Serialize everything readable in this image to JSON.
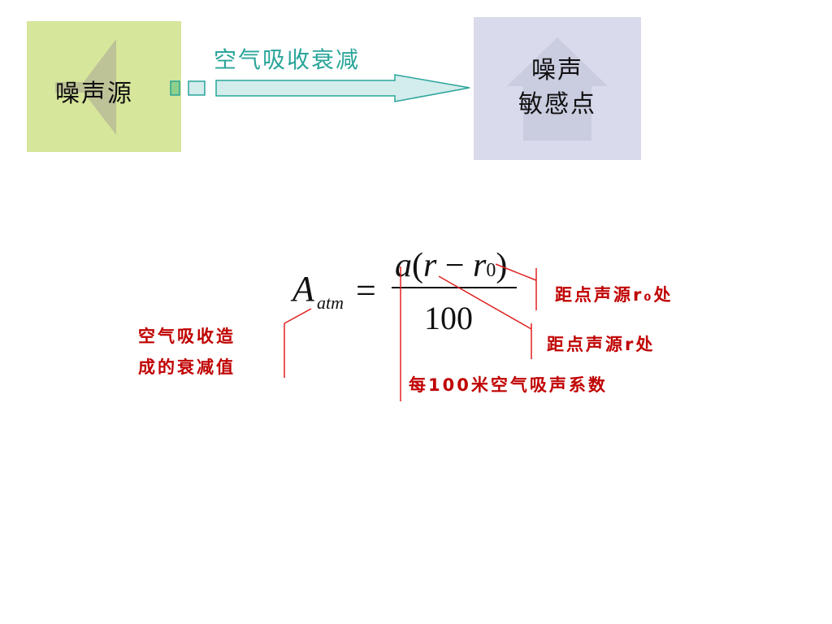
{
  "source": {
    "label": "噪声源"
  },
  "propagation": {
    "label": "空气吸收衰减"
  },
  "receiver": {
    "line1": "噪声",
    "line2": "敏感点"
  },
  "equation": {
    "lhs_symbol": "A",
    "lhs_subscript": "atm",
    "equals": "=",
    "numerator": "a(r − r0)",
    "denominator": "100"
  },
  "annotations": {
    "left_line1": "空气吸收造",
    "left_line2": "成的衰减值",
    "r0_label": "距点声源r₀处",
    "r_label": "距点声源r处",
    "coef_label": "每100米空气吸声系数"
  },
  "colors": {
    "source_bg": "#d6e69a",
    "receiver_bg": "#d9dbec",
    "arrow_fill": "#d3ecec",
    "arrow_stroke": "#2aa59a",
    "title_text": "#2aa59a",
    "annotation_text": "#c00000",
    "annotation_line": "#e02020"
  }
}
